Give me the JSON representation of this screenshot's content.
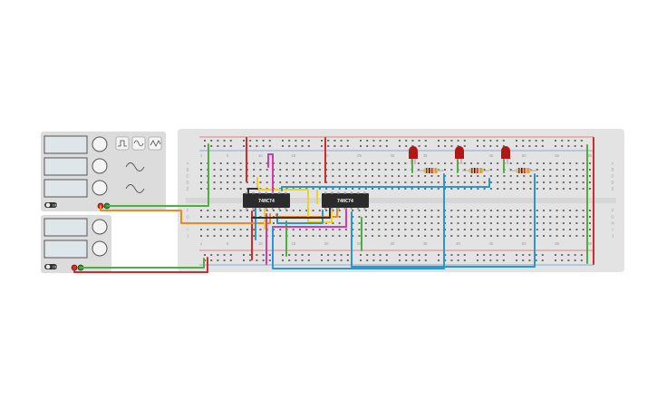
{
  "canvas": {
    "background": "#ffffff"
  },
  "colors": {
    "breadboard": "#e3e3e3",
    "hole": "#6b6b6b",
    "rail_red": "#d42a2a",
    "rail_blue": "#2f6fd0",
    "chip": "#2b2b2b",
    "instrument_panel": "#dcdcdc",
    "display": "#dfe6ea",
    "wire_red": "#d42a2a",
    "wire_green": "#4caf3e",
    "wire_orange": "#f08a1c",
    "wire_yellow": "#f0d020",
    "wire_blue": "#2a97d0",
    "wire_magenta": "#d63aa8",
    "wire_black": "#333333",
    "led_red": "#b01818"
  },
  "chips": [
    {
      "label": "74HC74"
    },
    {
      "label": "74HC74"
    }
  ],
  "breadboard": {
    "column_numbers_top": [
      "1",
      "5",
      "10",
      "15",
      "20",
      "25",
      "30",
      "35",
      "40",
      "45",
      "50",
      "55",
      "60"
    ],
    "column_numbers_bottom": [
      "1",
      "5",
      "10",
      "15",
      "20",
      "25",
      "30",
      "35",
      "40",
      "45",
      "50",
      "55",
      "60"
    ],
    "row_letters_top": [
      "A",
      "B",
      "C",
      "D",
      "E"
    ],
    "row_letters_bottom": [
      "F",
      "G",
      "H",
      "I",
      "J"
    ]
  },
  "function_generator": {
    "icons": [
      "square-wave-icon",
      "sine-wave-icon",
      "triangle-wave-icon"
    ],
    "button_label": "OFF"
  },
  "power_supply": {
    "button_label": "OFF"
  },
  "leds": [
    {
      "color": "red"
    },
    {
      "color": "red"
    },
    {
      "color": "red"
    }
  ],
  "resistors": [
    {
      "type": "resistor"
    },
    {
      "type": "resistor"
    },
    {
      "type": "resistor"
    }
  ]
}
